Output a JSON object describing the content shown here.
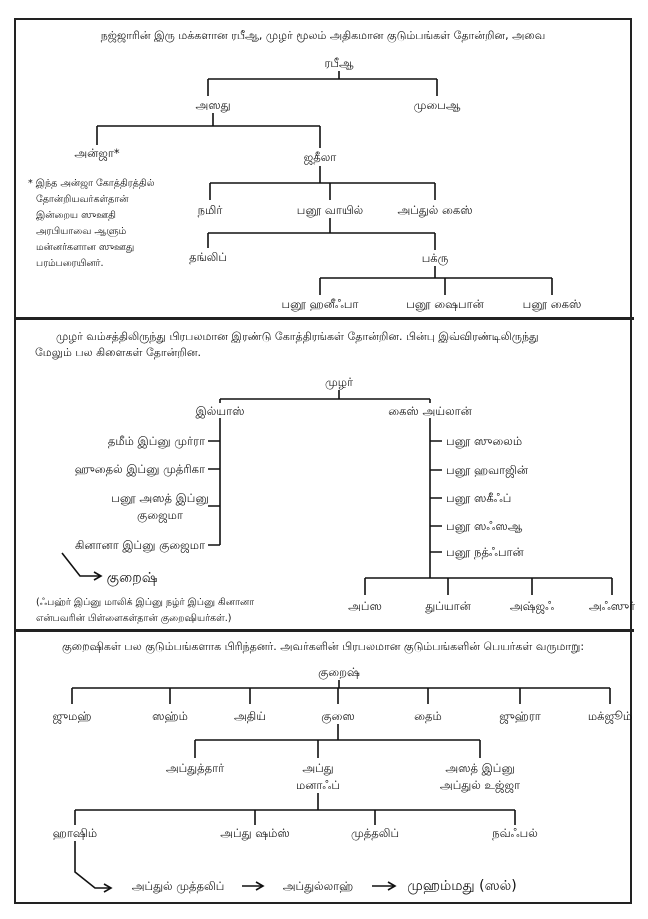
{
  "section1": {
    "intro": "நஜ்ஜாரின் இரு மக்களான ரபீஆ, முழர் மூலம் அதிகமான குடும்பங்கள் தோன்றின, அவை",
    "root": "ரபீஆ",
    "l1": [
      "அஸது",
      "முபைஆ"
    ],
    "l2": [
      "அன்ஜா*",
      "ஜதீலா"
    ],
    "footnote": [
      "* இந்த அன்ஜா கோத்திரத்தில்",
      "தோன்றியவர்கள்தான்",
      "இன்றைய ஸுஊதி",
      "அரபியாவை ஆளும்",
      "மன்னர்களான ஸுஊது",
      "பரம்பரையினர்."
    ],
    "l3": [
      "நமிர்",
      "பனூ வாயில்",
      "அப்துல் கைஸ்"
    ],
    "l4": [
      "தங்லிப்",
      "பக்ரு"
    ],
    "l5": [
      "பனூ ஹனீஃபா",
      "பனூ ஷைபான்",
      "பனூ கைஸ்"
    ]
  },
  "section2": {
    "intro": [
      "முழர் வம்சத்திலிருந்து பிரபலமான இரண்டு கோத்திரங்கள் தோன்றின. பின்பு இவ்விரண்டிலிருந்து",
      "மேலும் பல கிளைகள் தோன்றின."
    ],
    "root": "முழர்",
    "l1": [
      "இல்யாஸ்",
      "கைஸ் அய்லான்"
    ],
    "ilyas_children": [
      "தமீம் இப்னு முர்ரா",
      "ஹுதைல் இப்னு முத்ரிகா",
      "பனூ அஸத் இப்னு",
      "குஜைமா",
      "கினானா இப்னு குஜைமா"
    ],
    "quraysh": "குறைஷ்",
    "footnote": [
      "(ஃபஹ்ர் இப்னு மாலிக் இப்னு நழ்ர் இப்னு கினானா",
      "என்பவரின் பிள்ளைகள்தான் குறைஷியர்கள்.)"
    ],
    "qays_children": [
      "பனூ ஸுலைம்",
      "பனூ ஹவாஜின்",
      "பனூ ஸகீஃப்",
      "பனூ ஸஃஸஆ",
      "பனூ நத்ஃபான்"
    ],
    "ghatafan_children": [
      "அப்ஸ",
      "துப்யான்",
      "அஷ்ஜஃ",
      "அஃஸுர்"
    ]
  },
  "section3": {
    "intro": "குறைஷிகள் பல குடும்பங்களாக பிரிந்தனர். அவர்களின் பிரபலமான குடும்பங்களின் பெயர்கள் வருமாறு:",
    "root": "குறைஷ்",
    "l1": [
      "ஜுமஹ்",
      "ஸஹ்ம்",
      "அதிய்",
      "குஸை",
      "தைம்",
      "ஜுஹ்ரா",
      "மக்ஜூம்"
    ],
    "l2": [
      "அப்துத்தார்",
      "அப்து",
      "மனாஃப்",
      "அஸத் இப்னு",
      "அப்துல் உஜ்ஜா"
    ],
    "l3": [
      "ஹாஷிம்",
      "அப்து ஷம்ஸ்",
      "முத்தலிப்",
      "நவ்ஃபல்"
    ],
    "lineage": [
      "அப்துல் முத்தலிப்",
      "அப்துல்லாஹ்",
      "முஹம்மது (ஸல்)"
    ]
  }
}
